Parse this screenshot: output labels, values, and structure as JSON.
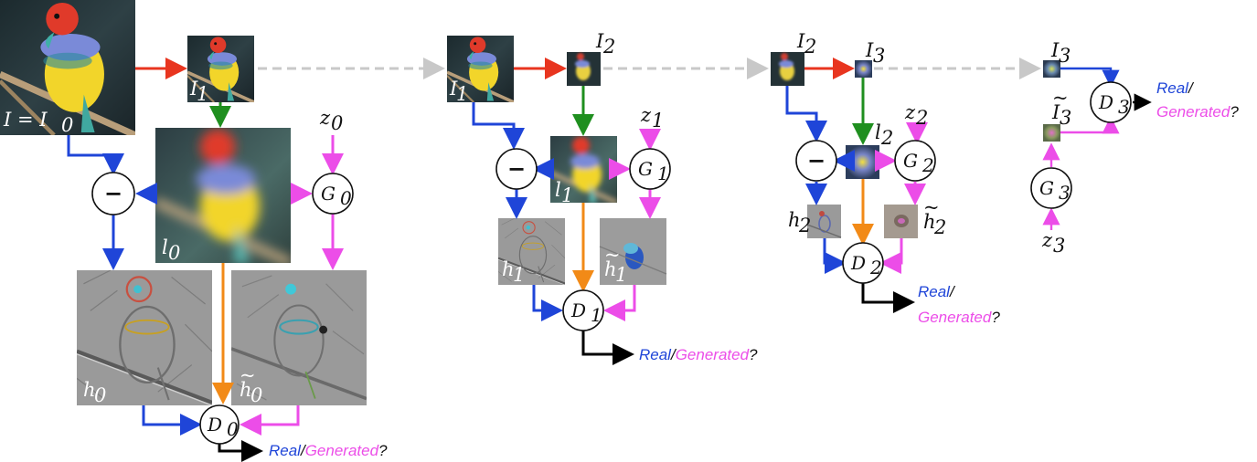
{
  "colors": {
    "downsample": "#e8351f",
    "upsample": "#1f8f1f",
    "real": "#1f45d8",
    "generated": "#ec4de8",
    "lowpass": "#f28a17",
    "skip": "#c8c8c8",
    "output": "#000000"
  },
  "labels": {
    "I0": "I = I",
    "I0_sub": "0",
    "I1": "I",
    "I1_sub": "1",
    "I2": "I",
    "I2_sub": "2",
    "I3": "I",
    "I3_sub": "3",
    "I3_tilde": "I",
    "l0": "l",
    "l0_sub": "0",
    "l1": "l",
    "l1_sub": "1",
    "l2": "l",
    "l2_sub": "2",
    "h0": "h",
    "h0_sub": "0",
    "h1": "h",
    "h1_sub": "1",
    "h2": "h",
    "h2_sub": "2",
    "h0_tilde": "h",
    "h1_tilde": "h",
    "h2_tilde": "h",
    "z0": "z",
    "z0_sub": "0",
    "z1": "z",
    "z1_sub": "1",
    "z2": "z",
    "z2_sub": "2",
    "z3": "z",
    "z3_sub": "3",
    "G0": "G",
    "G1": "G",
    "G2": "G",
    "G3": "G",
    "D0": "D",
    "D1": "D",
    "D2": "D",
    "D3": "D",
    "sub0": "0",
    "sub1": "1",
    "sub2": "2",
    "sub3": "3",
    "minus": "−",
    "tilde": "~"
  },
  "outputs": {
    "real": "Real",
    "slash": "/",
    "generated": "Generated",
    "question": "?"
  }
}
